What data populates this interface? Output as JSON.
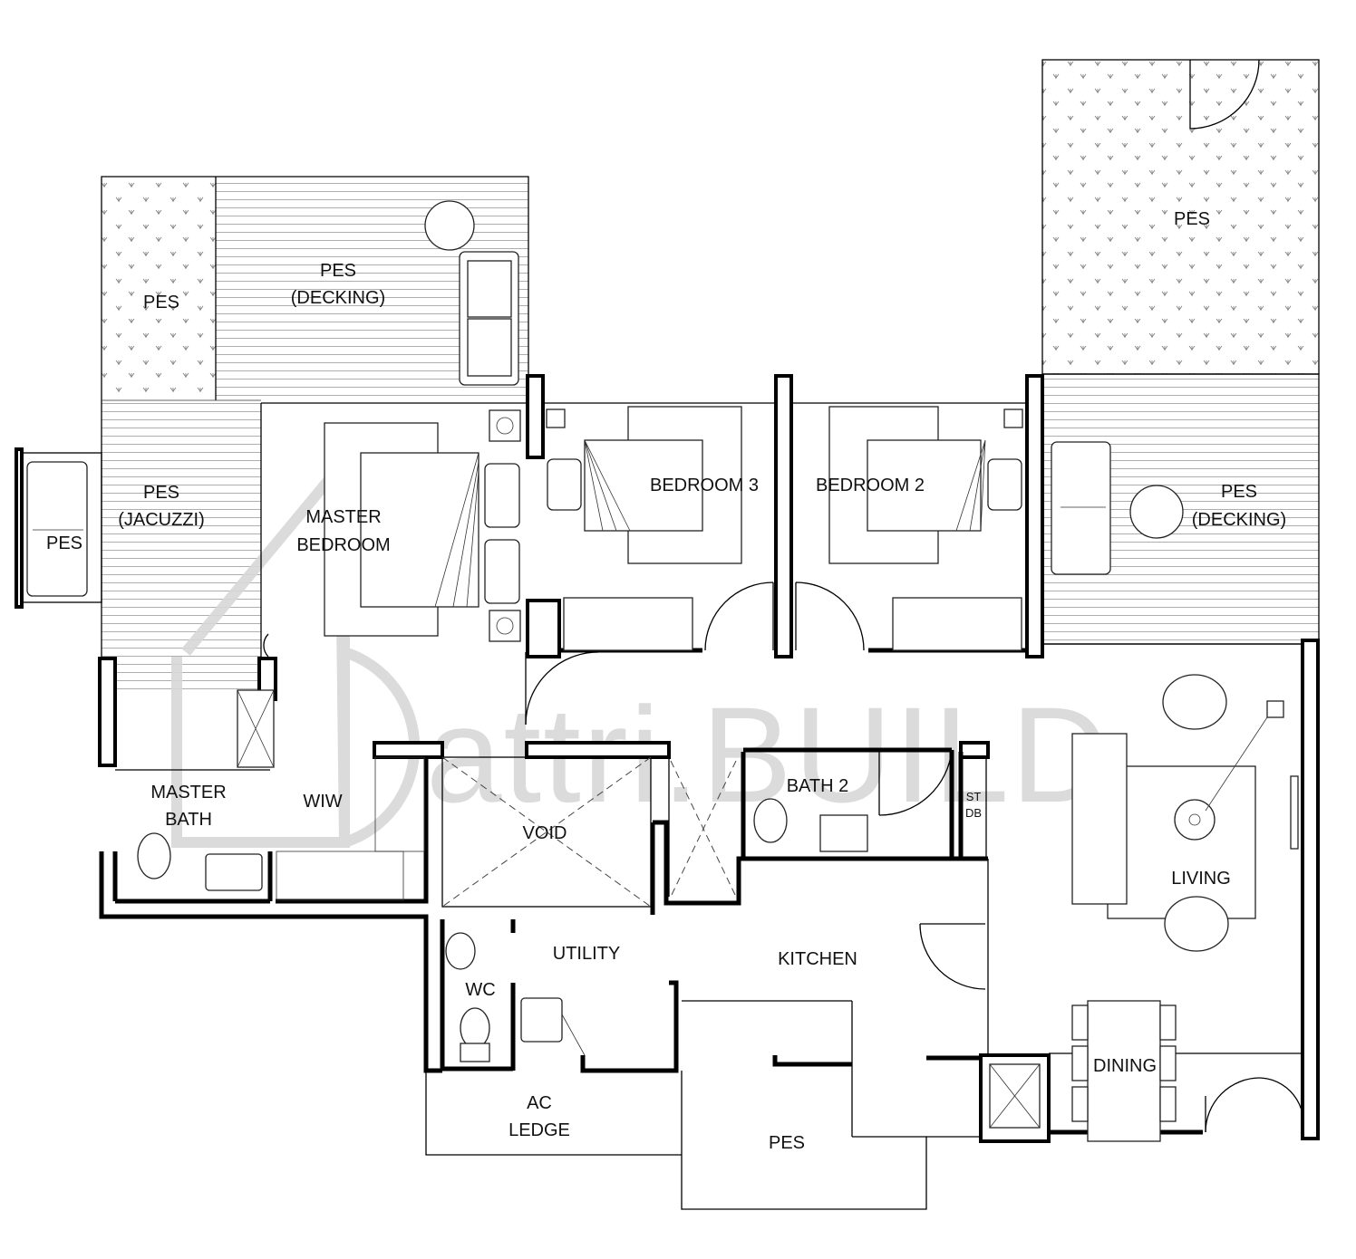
{
  "watermark": "attri.BUILD",
  "rooms": {
    "pes_top_right": "PES",
    "pes_left": "PES",
    "pes_decking_left": "PES",
    "pes_decking_left_sub": "(DECKING)",
    "pes_jacuzzi": "PES",
    "pes_jacuzzi_sub": "(JACUZZI)",
    "pes_far_left": "PES",
    "master_bedroom_1": "MASTER",
    "master_bedroom_2": "BEDROOM",
    "bedroom_3": "BEDROOM 3",
    "bedroom_2": "BEDROOM 2",
    "pes_decking_right": "PES",
    "pes_decking_right_sub": "(DECKING)",
    "master_bath_1": "MASTER",
    "master_bath_2": "BATH",
    "wiw": "WIW",
    "void": "VOID",
    "bath_2": "BATH 2",
    "st_db_1": "ST",
    "st_db_2": "DB",
    "living": "LIVING",
    "utility": "UTILITY",
    "kitchen": "KITCHEN",
    "wc": "WC",
    "dining": "DINING",
    "ac_ledge_1": "AC",
    "ac_ledge_2": "LEDGE",
    "pes_bottom": "PES"
  },
  "colors": {
    "wall": "#000000",
    "watermark": "#d8d8d8",
    "background": "#ffffff"
  }
}
